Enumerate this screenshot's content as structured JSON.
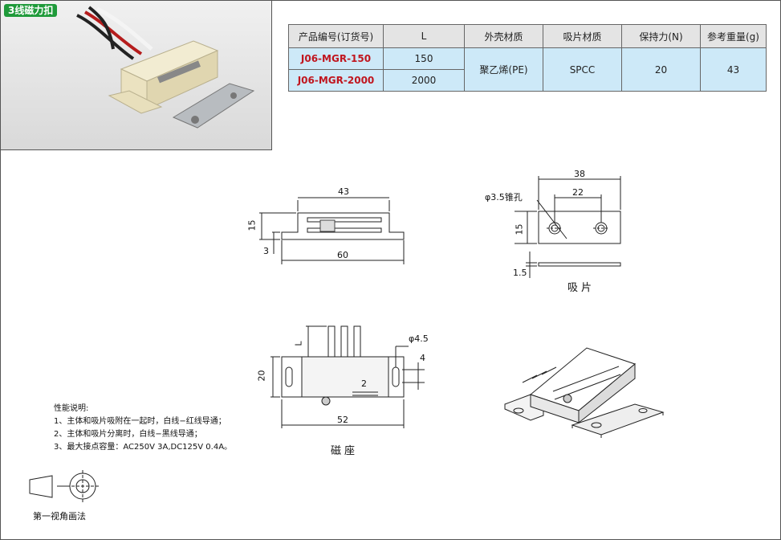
{
  "photo": {
    "tag": "3线磁力扣"
  },
  "table": {
    "headers": [
      "产品编号(订货号)",
      "L",
      "外壳材质",
      "吸片材质",
      "保持力(N)",
      "参考重量(g)"
    ],
    "rows": [
      {
        "code": "J06-MGR-150",
        "L": "150"
      },
      {
        "code": "J06-MGR-2000",
        "L": "2000"
      }
    ],
    "shell": "聚乙烯(PE)",
    "plate": "SPCC",
    "force": "20",
    "weight": "43"
  },
  "front_view": {
    "dim_width": "43",
    "dim_height": "15",
    "dim_base": "3",
    "dim_length": "60"
  },
  "plate_view": {
    "dim_length": "38",
    "dim_holes": "22",
    "dim_hole_label": "φ3.5锥孔",
    "dim_height": "15",
    "dim_thickness": "1.5",
    "caption": "吸片"
  },
  "base_view": {
    "dim_L": "L",
    "dim_hole": "φ4.5",
    "dim_slot": "4",
    "dim_height": "20",
    "dim_gap": "2",
    "dim_width": "52",
    "caption": "磁座"
  },
  "notes": {
    "title": "性能说明:",
    "items": [
      "1、主体和吸片吸附在一起时，白线−红线导通；",
      "2、主体和吸片分离时，白线−黑线导通；",
      "3、最大接点容量：AC250V 3A,DC125V 0.4A。"
    ]
  },
  "projection": {
    "label": "第一视角画法"
  }
}
